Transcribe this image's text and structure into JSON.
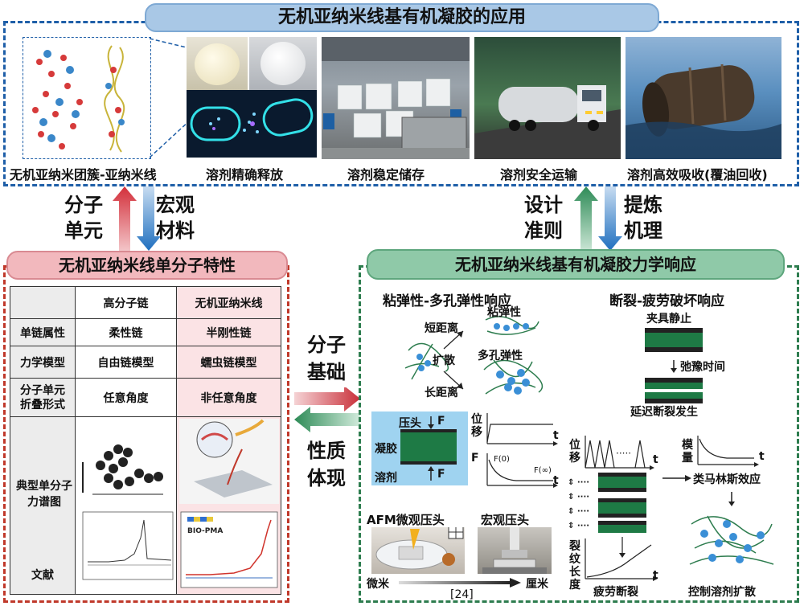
{
  "top_banner": {
    "title": "无机亚纳米线基有机凝胶的应用"
  },
  "top_captions": [
    "无机亚纳米团簇-亚纳米线",
    "溶剂精确释放",
    "溶剂稳定储存",
    "溶剂安全运输",
    "溶剂高效吸收(覆油回收)"
  ],
  "left_arrows": {
    "up_label_1": "分子",
    "up_label_2": "单元",
    "down_label_1": "宏观",
    "down_label_2": "材料"
  },
  "right_arrows": {
    "up_label_1": "设计",
    "up_label_2": "准则",
    "down_label_1": "提炼",
    "down_label_2": "机理"
  },
  "left_banner": {
    "title": "无机亚纳米线单分子特性"
  },
  "right_banner": {
    "title": "无机亚纳米线基有机凝胶力学响应"
  },
  "table": {
    "col_headers": [
      "高分子链",
      "无机亚纳米线"
    ],
    "rows": [
      {
        "label": "单链属性",
        "a": "柔性链",
        "b": "半刚性链"
      },
      {
        "label": "力学模型",
        "a": "自由链模型",
        "b": "蠕虫链模型"
      },
      {
        "label": "分子单元\n折叠形式",
        "a": "任意角度",
        "b": "非任意角度"
      }
    ],
    "spectrum_label": "典型单分子力谱图",
    "reference_label": "文献",
    "bio_pma": "BIO-PMA"
  },
  "middle_arrows": {
    "top_1": "分子",
    "top_2": "基础",
    "bottom_1": "性质",
    "bottom_2": "体现"
  },
  "visco": {
    "title": "粘弹性-多孔弹性响应",
    "short": "短距离",
    "long": "长距离",
    "diffuse": "扩散",
    "viscoelastic": "粘弹性",
    "poroelastic": "多孔弹性"
  },
  "fracture": {
    "title": "断裂-疲劳破坏响应",
    "clamp_static": "夹具静止",
    "relax_time": "弛豫时间",
    "delayed": "延迟断裂发生"
  },
  "press": {
    "head": "压头",
    "gel": "凝胶",
    "solvent": "溶剂",
    "F": "F",
    "disp": "位移",
    "disp_2": "移",
    "force": "F",
    "F0": "F(0)",
    "Finf": "F(∞)",
    "t": "t"
  },
  "fatigue": {
    "disp": "位移",
    "modulus": "模量",
    "mullins": "类马林斯效应",
    "crack": "裂纹长度",
    "fatigue_fracture": "疲劳断裂",
    "control": "控制溶剂扩散",
    "dots": "·····"
  },
  "scale": {
    "afm": "AFM微观压头",
    "macro": "宏观压头",
    "micro": "微米",
    "cm": "厘米",
    "ref": "[24]"
  },
  "colors": {
    "blue_banner": "#a9c8e6",
    "red_banner": "#f2b8bd",
    "green_banner": "#8fc9a8",
    "blue_dash": "#1f5fa8",
    "red_dash": "#c0392b",
    "green_dash": "#2e7d4f"
  }
}
